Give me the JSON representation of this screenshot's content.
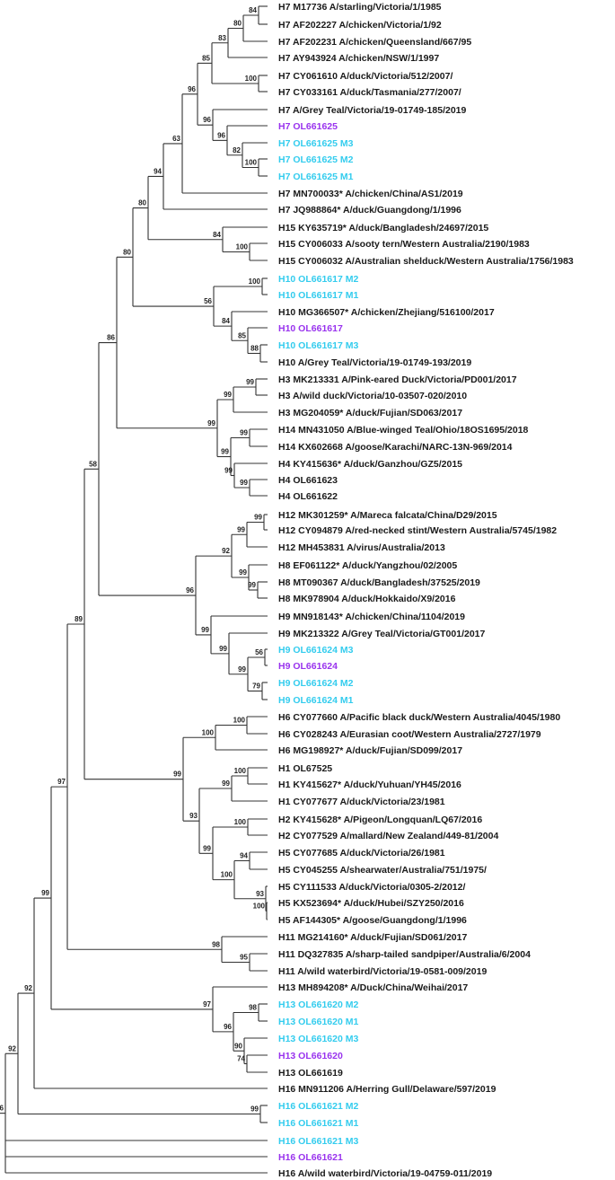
{
  "colors": {
    "reference": "#1a1a1a",
    "segment": "#33ccee",
    "consensus": "#9933ee",
    "branch": "#333333"
  },
  "tree": {
    "type": "phylogenetic-tree",
    "leaves": [
      {
        "label": "H7 M17736 A/starling/Victoria/1/1985",
        "style": "reference"
      },
      {
        "label": "H7 AF202227 A/chicken/Victoria/1/92",
        "style": "reference"
      },
      {
        "label": "H7 AF202231 A/chicken/Queensland/667/95",
        "style": "reference"
      },
      {
        "label": "H7 AY943924 A/chicken/NSW/1/1997",
        "style": "reference"
      },
      {
        "label": "H7 CY061610 A/duck/Victoria/512/2007/",
        "style": "reference"
      },
      {
        "label": "H7 CY033161 A/duck/Tasmania/277/2007/",
        "style": "reference"
      },
      {
        "label": "H7 A/Grey Teal/Victoria/19-01749-185/2019",
        "style": "reference"
      },
      {
        "label": "H7 OL661625",
        "style": "consensus"
      },
      {
        "label": "H7 OL661625 M3",
        "style": "segment"
      },
      {
        "label": "H7 OL661625 M2",
        "style": "segment"
      },
      {
        "label": "H7 OL661625 M1",
        "style": "segment"
      },
      {
        "label": "H7 MN700033* A/chicken/China/AS1/2019",
        "style": "reference"
      },
      {
        "label": "H7 JQ988864* A/duck/Guangdong/1/1996",
        "style": "reference"
      },
      {
        "label": "H15 KY635719* A/duck/Bangladesh/24697/2015",
        "style": "reference"
      },
      {
        "label": "H15 CY006033 A/sooty tern/Western Australia/2190/1983",
        "style": "reference"
      },
      {
        "label": "H15 CY006032 A/Australian shelduck/Western Australia/1756/1983",
        "style": "reference"
      },
      {
        "label": "H10 OL661617 M2",
        "style": "segment"
      },
      {
        "label": "H10 OL661617 M1",
        "style": "segment"
      },
      {
        "label": "H10 MG366507* A/chicken/Zhejiang/516100/2017",
        "style": "reference"
      },
      {
        "label": "H10 OL661617",
        "style": "consensus"
      },
      {
        "label": "H10 OL661617 M3",
        "style": "segment"
      },
      {
        "label": "H10 A/Grey Teal/Victoria/19-01749-193/2019",
        "style": "reference"
      },
      {
        "label": "H3 MK213331 A/Pink-eared Duck/Victoria/PD001/2017",
        "style": "reference"
      },
      {
        "label": "H3 A/wild duck/Victoria/10-03507-020/2010",
        "style": "reference"
      },
      {
        "label": "H3 MG204059* A/duck/Fujian/SD063/2017",
        "style": "reference"
      },
      {
        "label": "H14 MN431050 A/Blue-winged Teal/Ohio/18OS1695/2018",
        "style": "reference"
      },
      {
        "label": "H14 KX602668 A/goose/Karachi/NARC-13N-969/2014",
        "style": "reference"
      },
      {
        "label": "H4 KY415636* A/duck/Ganzhou/GZ5/2015",
        "style": "reference"
      },
      {
        "label": "H4 OL661623",
        "style": "reference"
      },
      {
        "label": "H4 OL661622",
        "style": "reference"
      },
      {
        "label": "H12 MK301259* A/Mareca falcata/China/D29/2015",
        "style": "reference"
      },
      {
        "label": "H12 CY094879 A/red-necked stint/Western Australia/5745/1982",
        "style": "reference"
      },
      {
        "label": "H12 MH453831 A/virus/Australia/2013",
        "style": "reference"
      },
      {
        "label": "H8 EF061122* A/duck/Yangzhou/02/2005",
        "style": "reference"
      },
      {
        "label": "H8 MT090367 A/duck/Bangladesh/37525/2019",
        "style": "reference"
      },
      {
        "label": "H8 MK978904 A/duck/Hokkaido/X9/2016",
        "style": "reference"
      },
      {
        "label": "H9 MN918143* A/chicken/China/1104/2019",
        "style": "reference"
      },
      {
        "label": "H9 MK213322 A/Grey Teal/Victoria/GT001/2017",
        "style": "reference"
      },
      {
        "label": "H9 OL661624 M3",
        "style": "segment"
      },
      {
        "label": "H9 OL661624",
        "style": "consensus"
      },
      {
        "label": "H9 OL661624 M2",
        "style": "segment"
      },
      {
        "label": "H9 OL661624 M1",
        "style": "segment"
      },
      {
        "label": "H6 CY077660 A/Pacific black duck/Western Australia/4045/1980",
        "style": "reference"
      },
      {
        "label": "H6 CY028243 A/Eurasian coot/Western Australia/2727/1979",
        "style": "reference"
      },
      {
        "label": "H6 MG198927* A/duck/Fujian/SD099/2017",
        "style": "reference"
      },
      {
        "label": "H1 OL67525",
        "style": "reference"
      },
      {
        "label": "H1 KY415627* A/duck/Yuhuan/YH45/2016",
        "style": "reference"
      },
      {
        "label": "H1 CY077677 A/duck/Victoria/23/1981",
        "style": "reference"
      },
      {
        "label": "H2 KY415628* A/Pigeon/Longquan/LQ67/2016",
        "style": "reference"
      },
      {
        "label": "H2 CY077529 A/mallard/New Zealand/449-81/2004",
        "style": "reference"
      },
      {
        "label": "H5 CY077685 A/duck/Victoria/26/1981",
        "style": "reference"
      },
      {
        "label": "H5 CY045255 A/shearwater/Australia/751/1975/",
        "style": "reference"
      },
      {
        "label": "H5 CY111533 A/duck/Victoria/0305-2/2012/",
        "style": "reference"
      },
      {
        "label": "H5 KX523694* A/duck/Hubei/SZY250/2016",
        "style": "reference"
      },
      {
        "label": "H5 AF144305* A/goose/Guangdong/1/1996",
        "style": "reference"
      },
      {
        "label": "H11 MG214160* A/duck/Fujian/SD061/2017",
        "style": "reference"
      },
      {
        "label": "H11 DQ327835 A/sharp-tailed sandpiper/Australia/6/2004",
        "style": "reference"
      },
      {
        "label": "H11 A/wild waterbird/Victoria/19-0581-009/2019",
        "style": "reference"
      },
      {
        "label": "H13 MH894208* A/Duck/China/Weihai/2017",
        "style": "reference"
      },
      {
        "label": "H13 OL661620 M2",
        "style": "segment"
      },
      {
        "label": "H13 OL661620 M1",
        "style": "segment"
      },
      {
        "label": "H13 OL661620 M3",
        "style": "segment"
      },
      {
        "label": "H13 OL661620",
        "style": "consensus"
      },
      {
        "label": "H13 OL661619",
        "style": "reference"
      },
      {
        "label": "H16 MN911206 A/Herring Gull/Delaware/597/2019",
        "style": "reference"
      },
      {
        "label": "H16 OL661621 M2",
        "style": "segment"
      },
      {
        "label": "H16 OL661621 M1",
        "style": "segment"
      },
      {
        "label": "H16 OL661621 M3",
        "style": "segment"
      },
      {
        "label": "H16 OL661621",
        "style": "consensus"
      },
      {
        "label": "H16 A/wild waterbird/Victoria/19-04759-011/2019",
        "style": "reference"
      }
    ],
    "bootstrap_values": [
      "84",
      "80",
      "83",
      "85",
      "96",
      "100",
      "96",
      "82",
      "100",
      "96",
      "63",
      "94",
      "100",
      "80",
      "100",
      "56",
      "84",
      "85",
      "88",
      "86",
      "99",
      "99",
      "99",
      "99",
      "99",
      "58",
      "99",
      "99",
      "92",
      "96",
      "99",
      "56",
      "99",
      "79",
      "100",
      "89",
      "100",
      "99",
      "100",
      "93",
      "99",
      "94",
      "100",
      "93",
      "100",
      "95",
      "98",
      "95",
      "98",
      "97",
      "96",
      "90",
      "74",
      "99",
      "92",
      "99",
      "86"
    ]
  }
}
